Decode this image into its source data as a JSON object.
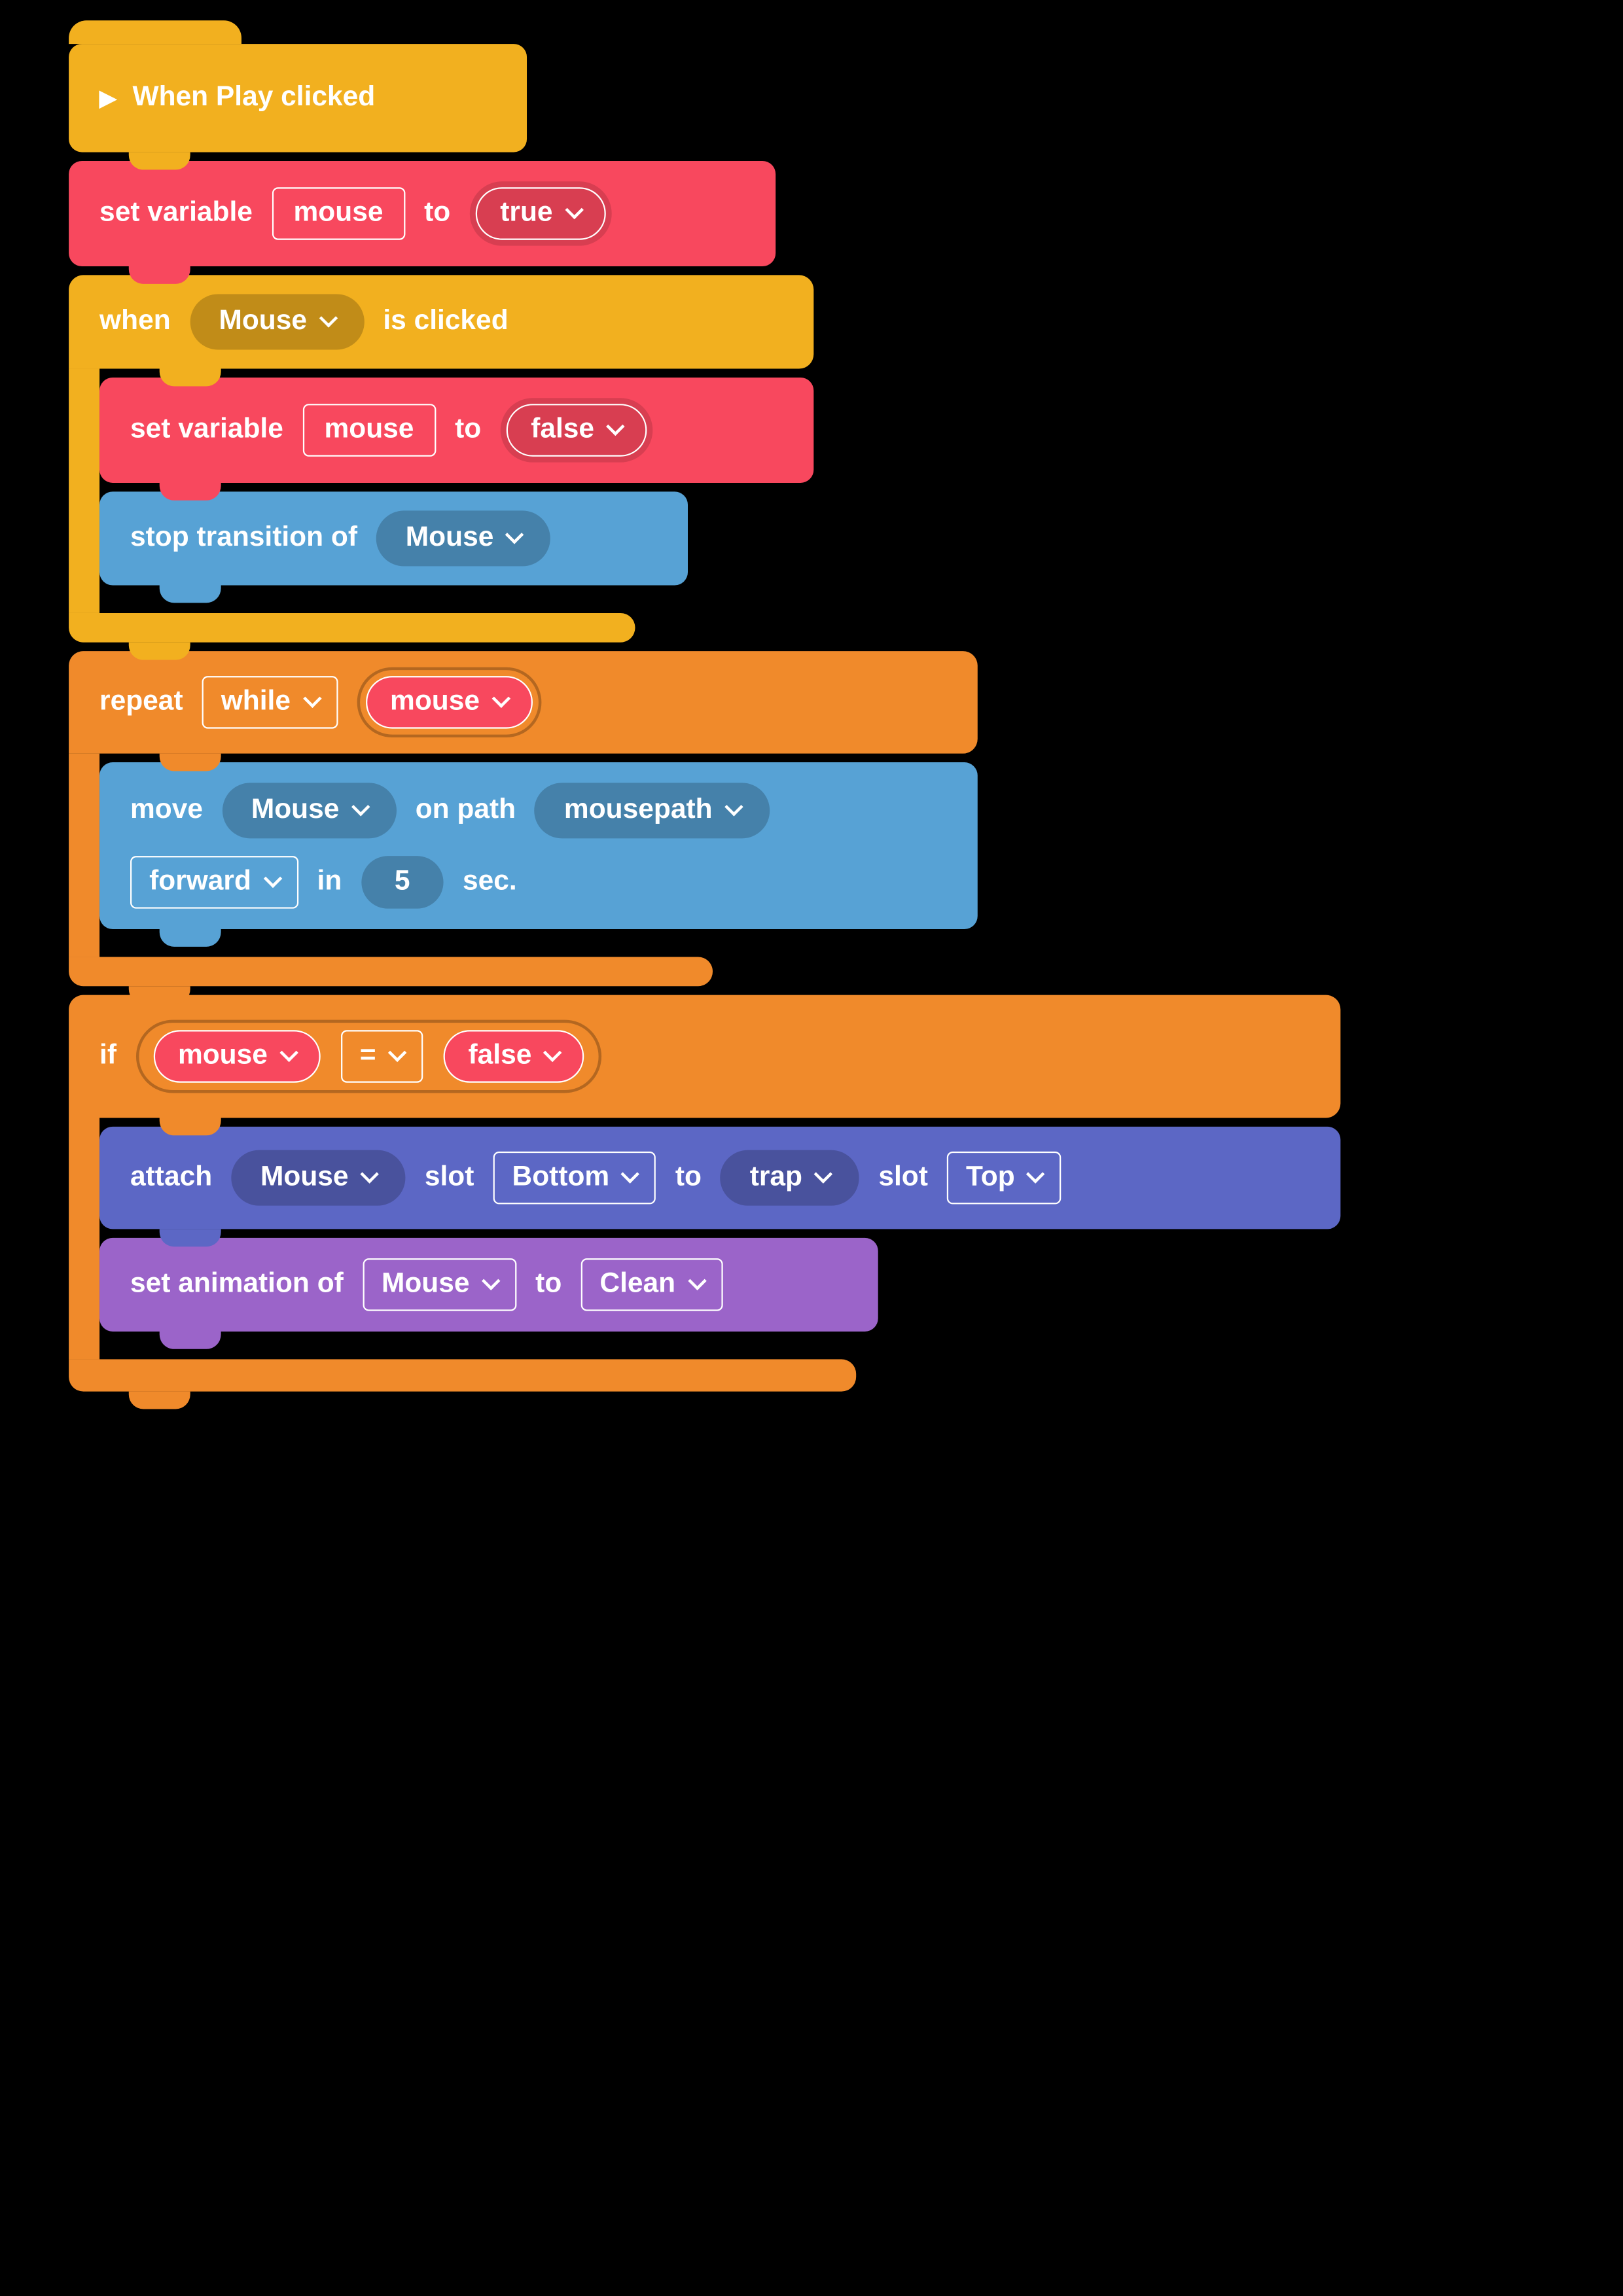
{
  "colors": {
    "yellow": "#F2B01F",
    "yellow_pill": "#D9951C",
    "pink": "#F8485E",
    "blue": "#57A2D5",
    "orange": "#F08A2B",
    "indigo": "#5C67C5",
    "purple": "#9B64C9",
    "background": "#000000"
  },
  "hat": {
    "label": "When Play clicked",
    "icon": "play-icon"
  },
  "set_true": {
    "prefix": "set variable",
    "variable": "mouse",
    "to": "to",
    "value": "true"
  },
  "when_clicked": {
    "when": "when",
    "target": "Mouse",
    "suffix": "is clicked"
  },
  "set_false": {
    "prefix": "set variable",
    "variable": "mouse",
    "to": "to",
    "value": "false"
  },
  "stop_transition": {
    "prefix": "stop transition of",
    "target": "Mouse"
  },
  "repeat": {
    "label": "repeat",
    "mode": "while",
    "condition": "mouse"
  },
  "move": {
    "verb": "move",
    "target": "Mouse",
    "on_path": "on path",
    "path": "mousepath",
    "direction": "forward",
    "in": "in",
    "duration": "5",
    "sec": "sec."
  },
  "if_block": {
    "label": "if",
    "left": "mouse",
    "operator": "=",
    "right": "false"
  },
  "attach": {
    "verb": "attach",
    "target": "Mouse",
    "slot_label_1": "slot",
    "slot_1": "Bottom",
    "to": "to",
    "other": "trap",
    "slot_label_2": "slot",
    "slot_2": "Top"
  },
  "set_animation": {
    "prefix": "set animation of",
    "target": "Mouse",
    "to": "to",
    "value": "Clean"
  }
}
